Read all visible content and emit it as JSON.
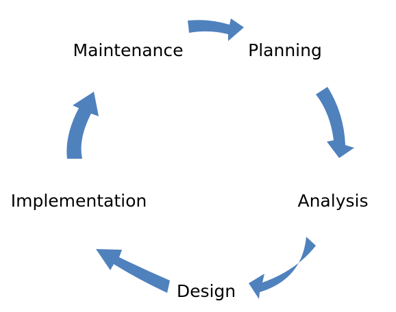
{
  "diagram": {
    "stages": [
      {
        "id": "planning",
        "label": "Planning"
      },
      {
        "id": "analysis",
        "label": "Analysis"
      },
      {
        "id": "design",
        "label": "Design"
      },
      {
        "id": "implementation",
        "label": "Implementation"
      },
      {
        "id": "maintenance",
        "label": "Maintenance"
      }
    ],
    "arrow_color": "#4F81BD",
    "text_color": "#000000"
  }
}
